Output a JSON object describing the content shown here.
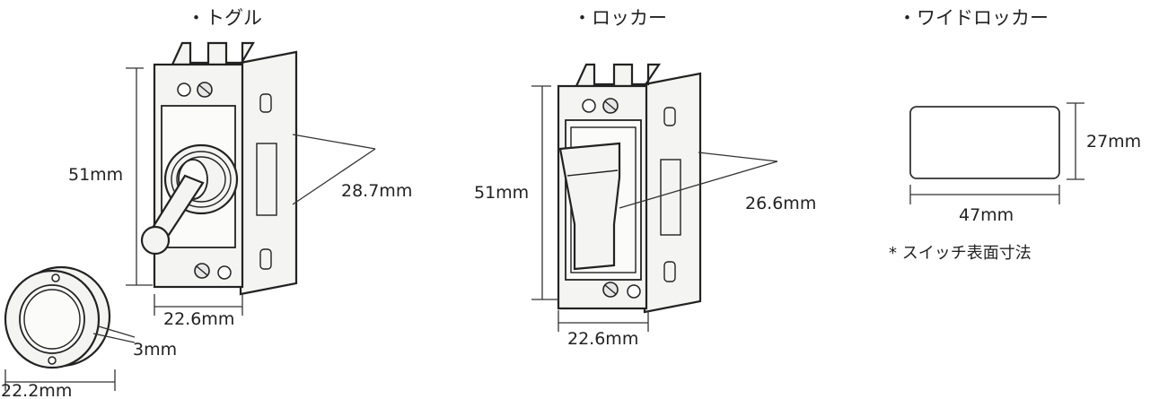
{
  "titles": {
    "toggle": "・トグル",
    "rocker": "・ロッカー",
    "wide_rocker": "・ワイドロッカー"
  },
  "toggle": {
    "height": "51mm",
    "width": "22.6mm",
    "depth": "28.7mm",
    "ring_diameter": "22.2mm",
    "ring_thickness": "3mm"
  },
  "rocker": {
    "height": "51mm",
    "width": "22.6mm",
    "depth": "26.6mm"
  },
  "wide_rocker": {
    "width": "47mm",
    "height": "27mm",
    "note": "* スイッチ表面寸法"
  }
}
